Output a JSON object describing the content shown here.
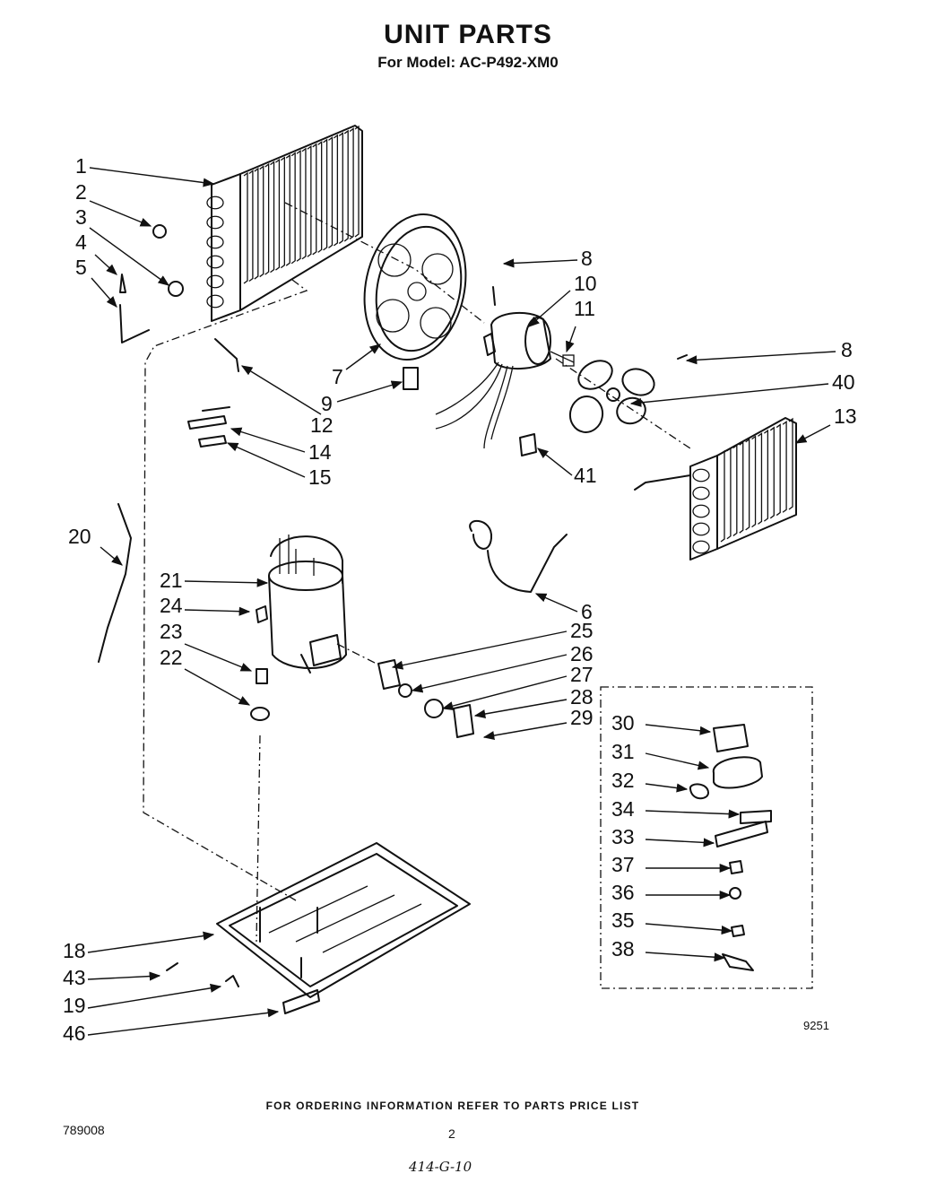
{
  "title": "UNIT PARTS",
  "subtitle": "For Model: AC-P492-XM0",
  "parts": [
    {
      "number": "1",
      "label_side": "left"
    },
    {
      "number": "2",
      "label_side": "left"
    },
    {
      "number": "3",
      "label_side": "left"
    },
    {
      "number": "4",
      "label_side": "left"
    },
    {
      "number": "5",
      "label_side": "left"
    },
    {
      "number": "7",
      "label_side": "left"
    },
    {
      "number": "8",
      "label_side": "right"
    },
    {
      "number": "10",
      "label_side": "right"
    },
    {
      "number": "11",
      "label_side": "right"
    },
    {
      "number": "8",
      "label_side": "right"
    },
    {
      "number": "40",
      "label_side": "right"
    },
    {
      "number": "13",
      "label_side": "right"
    },
    {
      "number": "9",
      "label_side": "left"
    },
    {
      "number": "12",
      "label_side": "below"
    },
    {
      "number": "14",
      "label_side": "right"
    },
    {
      "number": "15",
      "label_side": "right"
    },
    {
      "number": "41",
      "label_side": "right"
    },
    {
      "number": "20",
      "label_side": "left"
    },
    {
      "number": "21",
      "label_side": "left"
    },
    {
      "number": "24",
      "label_side": "left"
    },
    {
      "number": "23",
      "label_side": "left"
    },
    {
      "number": "22",
      "label_side": "left"
    },
    {
      "number": "6",
      "label_side": "right"
    },
    {
      "number": "25",
      "label_side": "right"
    },
    {
      "number": "26",
      "label_side": "right"
    },
    {
      "number": "27",
      "label_side": "right"
    },
    {
      "number": "28",
      "label_side": "right"
    },
    {
      "number": "29",
      "label_side": "right"
    },
    {
      "number": "30",
      "label_side": "left"
    },
    {
      "number": "31",
      "label_side": "left"
    },
    {
      "number": "32",
      "label_side": "left"
    },
    {
      "number": "34",
      "label_side": "left"
    },
    {
      "number": "33",
      "label_side": "left"
    },
    {
      "number": "37",
      "label_side": "left"
    },
    {
      "number": "36",
      "label_side": "left"
    },
    {
      "number": "35",
      "label_side": "left"
    },
    {
      "number": "38",
      "label_side": "left"
    },
    {
      "number": "18",
      "label_side": "left"
    },
    {
      "number": "43",
      "label_side": "left"
    },
    {
      "number": "19",
      "label_side": "left"
    },
    {
      "number": "46",
      "label_side": "left"
    }
  ],
  "figure_code": "9251",
  "ordering_note": "FOR ORDERING INFORMATION REFER TO PARTS PRICE LIST",
  "document_number": "789008",
  "page_number": "2",
  "handwritten_note": "414-G-10"
}
